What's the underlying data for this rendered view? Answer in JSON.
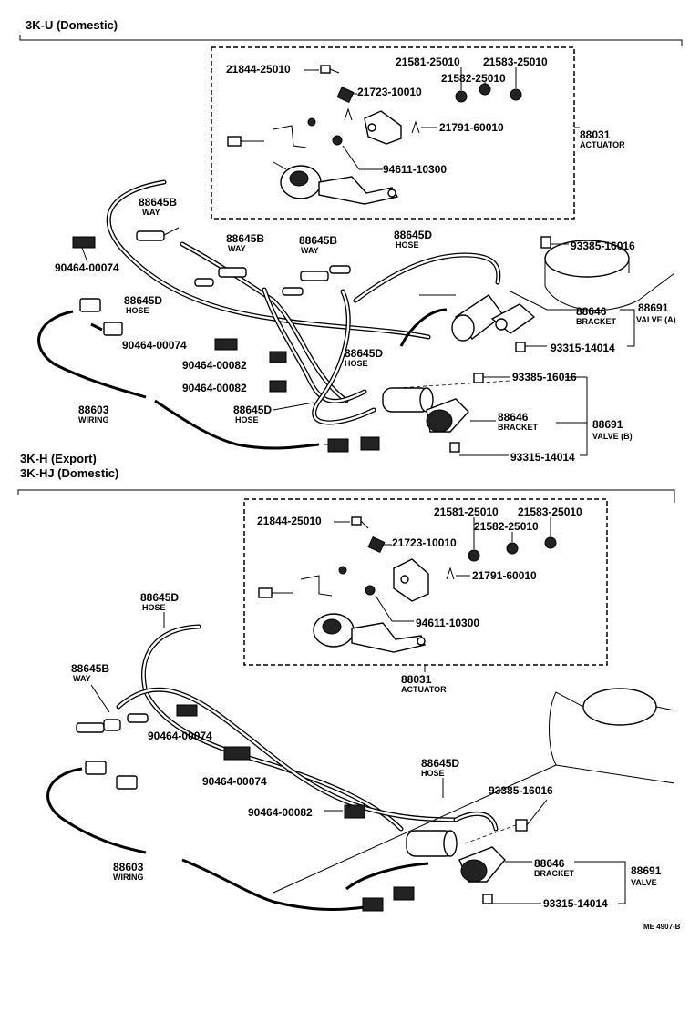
{
  "sections": {
    "top_header": "3K-U (Domestic)",
    "bottom_header_1": "3K-H (Export)",
    "bottom_header_2": "3K-HJ (Domestic)"
  },
  "top": {
    "p21844": "21844-25010",
    "p21723": "21723-10010",
    "p21581": "21581-25010",
    "p21583": "21583-25010",
    "p21582": "21582-25010",
    "p21791": "21791-60010",
    "p94611": "94611-10300",
    "actuator_no": "88031",
    "actuator_name": "ACTUATOR",
    "way1_no": "88645B",
    "way1_name": "WAY",
    "way2_no": "88645B",
    "way2_name": "WAY",
    "way3_no": "88645B",
    "way3_name": "WAY",
    "hose1_no": "88645D",
    "hose1_name": "HOSE",
    "hose2_no": "88645D",
    "hose2_name": "HOSE",
    "hose3_no": "88645D",
    "hose3_name": "HOSE",
    "hose4_no": "88645D",
    "hose4_name": "HOSE",
    "clip1": "90464-00074",
    "clip2": "90464-00074",
    "clip3": "90464-00082",
    "clip4": "90464-00082",
    "p93385a": "93385-16016",
    "p93385b": "93385-16016",
    "p93315a": "93315-14014",
    "p93315b": "93315-14014",
    "bracketA_no": "88646",
    "bracketA_name": "BRACKET",
    "bracketB_no": "88646",
    "bracketB_name": "BRACKET",
    "valveA_no": "88691",
    "valveA_name": "VALVE (A)",
    "valveB_no": "88691",
    "valveB_name": "VALVE (B)",
    "wiring_no": "88603",
    "wiring_name": "WIRING"
  },
  "bottom": {
    "p21844": "21844-25010",
    "p21723": "21723-10010",
    "p21581": "21581-25010",
    "p21583": "21583-25010",
    "p21582": "21582-25010",
    "p21791": "21791-60010",
    "p94611": "94611-10300",
    "actuator_no": "88031",
    "actuator_name": "ACTUATOR",
    "hose1_no": "88645D",
    "hose1_name": "HOSE",
    "hose2_no": "88645D",
    "hose2_name": "HOSE",
    "way_no": "88645B",
    "way_name": "WAY",
    "clip1": "90464-00074",
    "clip2": "90464-00074",
    "clip3": "90464-00082",
    "p93385": "93385-16016",
    "p93315": "93315-14014",
    "bracket_no": "88646",
    "bracket_name": "BRACKET",
    "valve_no": "88691",
    "valve_name": "VALVE",
    "wiring_no": "88603",
    "wiring_name": "WIRING"
  },
  "footer_code": "ME 4907-B"
}
